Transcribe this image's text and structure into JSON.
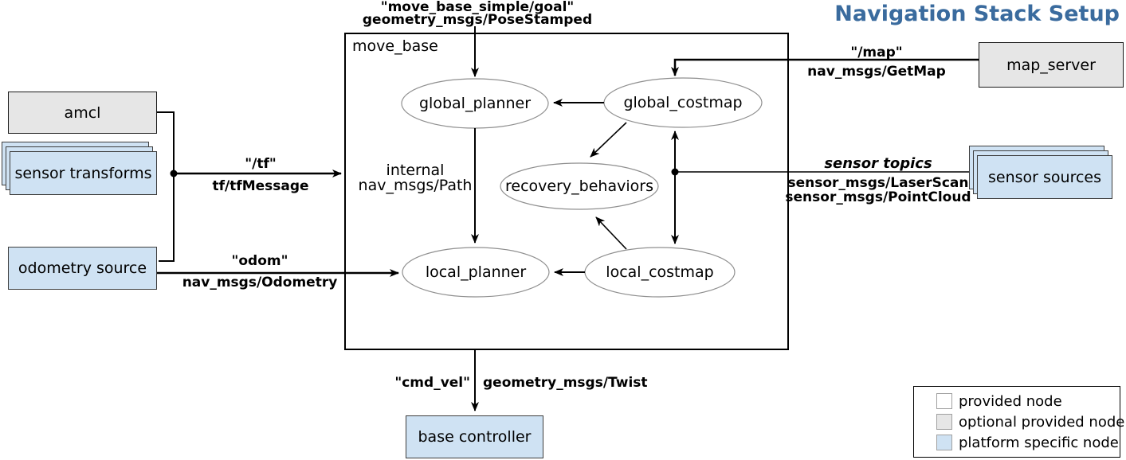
{
  "title": "Navigation Stack Setup",
  "colors": {
    "title_blue": "#3a6b9e",
    "platform_fill": "#cfe2f3",
    "optional_fill": "#e6e6e6",
    "provided_fill": "#ffffff"
  },
  "move_base": {
    "label": "move_base"
  },
  "nodes": {
    "ellipses": [
      {
        "id": "global_planner",
        "label": "global_planner"
      },
      {
        "id": "global_costmap",
        "label": "global_costmap"
      },
      {
        "id": "recovery_behaviors",
        "label": "recovery_behaviors"
      },
      {
        "id": "local_planner",
        "label": "local_planner"
      },
      {
        "id": "local_costmap",
        "label": "local_costmap"
      }
    ],
    "boxes": [
      {
        "id": "amcl",
        "label": "amcl",
        "type": "optional provided node"
      },
      {
        "id": "sensor_transforms",
        "label": "sensor transforms",
        "type": "platform specific node",
        "stacked": true
      },
      {
        "id": "odometry_source",
        "label": "odometry source",
        "type": "platform specific node"
      },
      {
        "id": "map_server",
        "label": "map_server",
        "type": "optional provided node"
      },
      {
        "id": "sensor_sources",
        "label": "sensor sources",
        "type": "platform specific node",
        "stacked": true
      },
      {
        "id": "base_controller",
        "label": "base controller",
        "type": "platform specific node"
      }
    ]
  },
  "edges": {
    "goal": {
      "topic": "\"move_base_simple/goal\"",
      "msg": "geometry_msgs/PoseStamped"
    },
    "tf": {
      "topic": "\"/tf\"",
      "msg": "tf/tfMessage"
    },
    "odom": {
      "topic": "\"odom\"",
      "msg": "nav_msgs/Odometry"
    },
    "map": {
      "topic": "\"/map\"",
      "msg": "nav_msgs/GetMap"
    },
    "sensor_topics": {
      "topic": "sensor topics",
      "msg1": "sensor_msgs/LaserScan",
      "msg2": "sensor_msgs/PointCloud"
    },
    "cmd_vel": {
      "topic": "\"cmd_vel\"",
      "msg": "geometry_msgs/Twist"
    },
    "internal": {
      "line1": "internal",
      "line2": "nav_msgs/Path"
    }
  },
  "legend": {
    "items": [
      {
        "label": "provided node",
        "color": "#ffffff"
      },
      {
        "label": "optional provided node",
        "color": "#e6e6e6"
      },
      {
        "label": "platform specific node",
        "color": "#cfe2f3"
      }
    ]
  }
}
